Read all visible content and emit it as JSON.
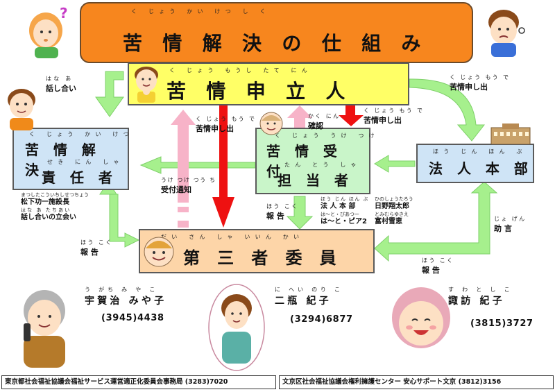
{
  "title": {
    "ruby": "く じょう かい けつ し く",
    "text": "苦 情 解 決 の 仕 組 み"
  },
  "applicant": {
    "ruby": "く じょう もうし たて にん",
    "text": "苦 情 申 立 人"
  },
  "resolver": {
    "ruby1": "く じょう かい けつ",
    "line1": "苦 情 解 決",
    "ruby2": "せき にん しゃ",
    "line2": "責 任 者"
  },
  "reception": {
    "ruby1": "く じょう うけ つけ",
    "line1": "苦 情 受 付",
    "ruby2": "たん とう しゃ",
    "line2": "担 当 者"
  },
  "hq": {
    "ruby": "ほう じん ほん ぶ",
    "text": "法 人 本 部"
  },
  "committee": {
    "ruby": "だい さん しゃ いいん かい",
    "text": "第 三 者 委 員"
  },
  "labels": {
    "discussion_ruby": "はな あ",
    "discussion": "話し合い",
    "complaint1_ruby": "く じょう もう で",
    "complaint1": "苦情申し出",
    "complaint2_ruby": "く じょう もう で",
    "complaint2": "苦情申し出",
    "complaint3_ruby": "く じょう もう で",
    "complaint3": "苦情申し出",
    "confirm_ruby": "かく にん",
    "confirm": "確認",
    "notice_ruby": "うけ つけ つう ち",
    "notice": "受付通知",
    "report1_ruby": "ほう こく",
    "report1": "報 告",
    "report2_ruby": "ほう こく",
    "report2": "報 告",
    "report3_ruby": "ほう こく",
    "report3": "報 告",
    "advice_ruby": "じょ げん",
    "advice": "助 言"
  },
  "resolver_person": {
    "ruby1": "まつしたこういちしせつちょう",
    "line1": "松下功一施設長",
    "ruby2": "はな あ たちあい",
    "line2": "話し合いの立会い"
  },
  "reception_people": {
    "col1_ruby1": "ほう じん ほん ぶ",
    "col1_line1": "法 人 本 部",
    "col1_ruby2": "は～と・ぴあつー",
    "col1_line2": "は～と・ピア2",
    "col2_ruby1": "ひのしょうたろう",
    "col2_line1": "日野翔太郎",
    "col2_ruby2": "とみむらゆきえ",
    "col2_line2": "富村雪恵"
  },
  "members": [
    {
      "ruby": "う がち み や こ",
      "name": "宇賀治 みや子",
      "phone": "(3945)4438"
    },
    {
      "ruby": "に へい のり こ",
      "name": "二瓶 紀子",
      "phone": "(3294)6877"
    },
    {
      "ruby": "す わ と し こ",
      "name": "諏訪 紀子",
      "phone": "(3815)3727"
    }
  ],
  "footer": {
    "left": "東京都社会福祉協議会福祉サービス運営適正化委員会事務局 (3283)7020",
    "right": "文京区社会福祉協議会権利擁護センター 安心サポート文京 (3812)3156"
  },
  "colors": {
    "title_fill": "#f7861e",
    "applicant_fill": "#ffff66",
    "blue_box_fill": "#cfe4f6",
    "green_box_fill": "#c9f5c9",
    "committee_fill": "#fdd5a8",
    "arrow_green": "#a6f08d",
    "arrow_red": "#ee1111",
    "arrow_pink": "#f7b3c8"
  },
  "icons": [
    "girl-question-icon",
    "boy-thinking-icon",
    "boy-thumbs-icon",
    "building-icon",
    "grandma-phone-icon",
    "woman-smile-icon",
    "grandma-laugh-icon"
  ]
}
